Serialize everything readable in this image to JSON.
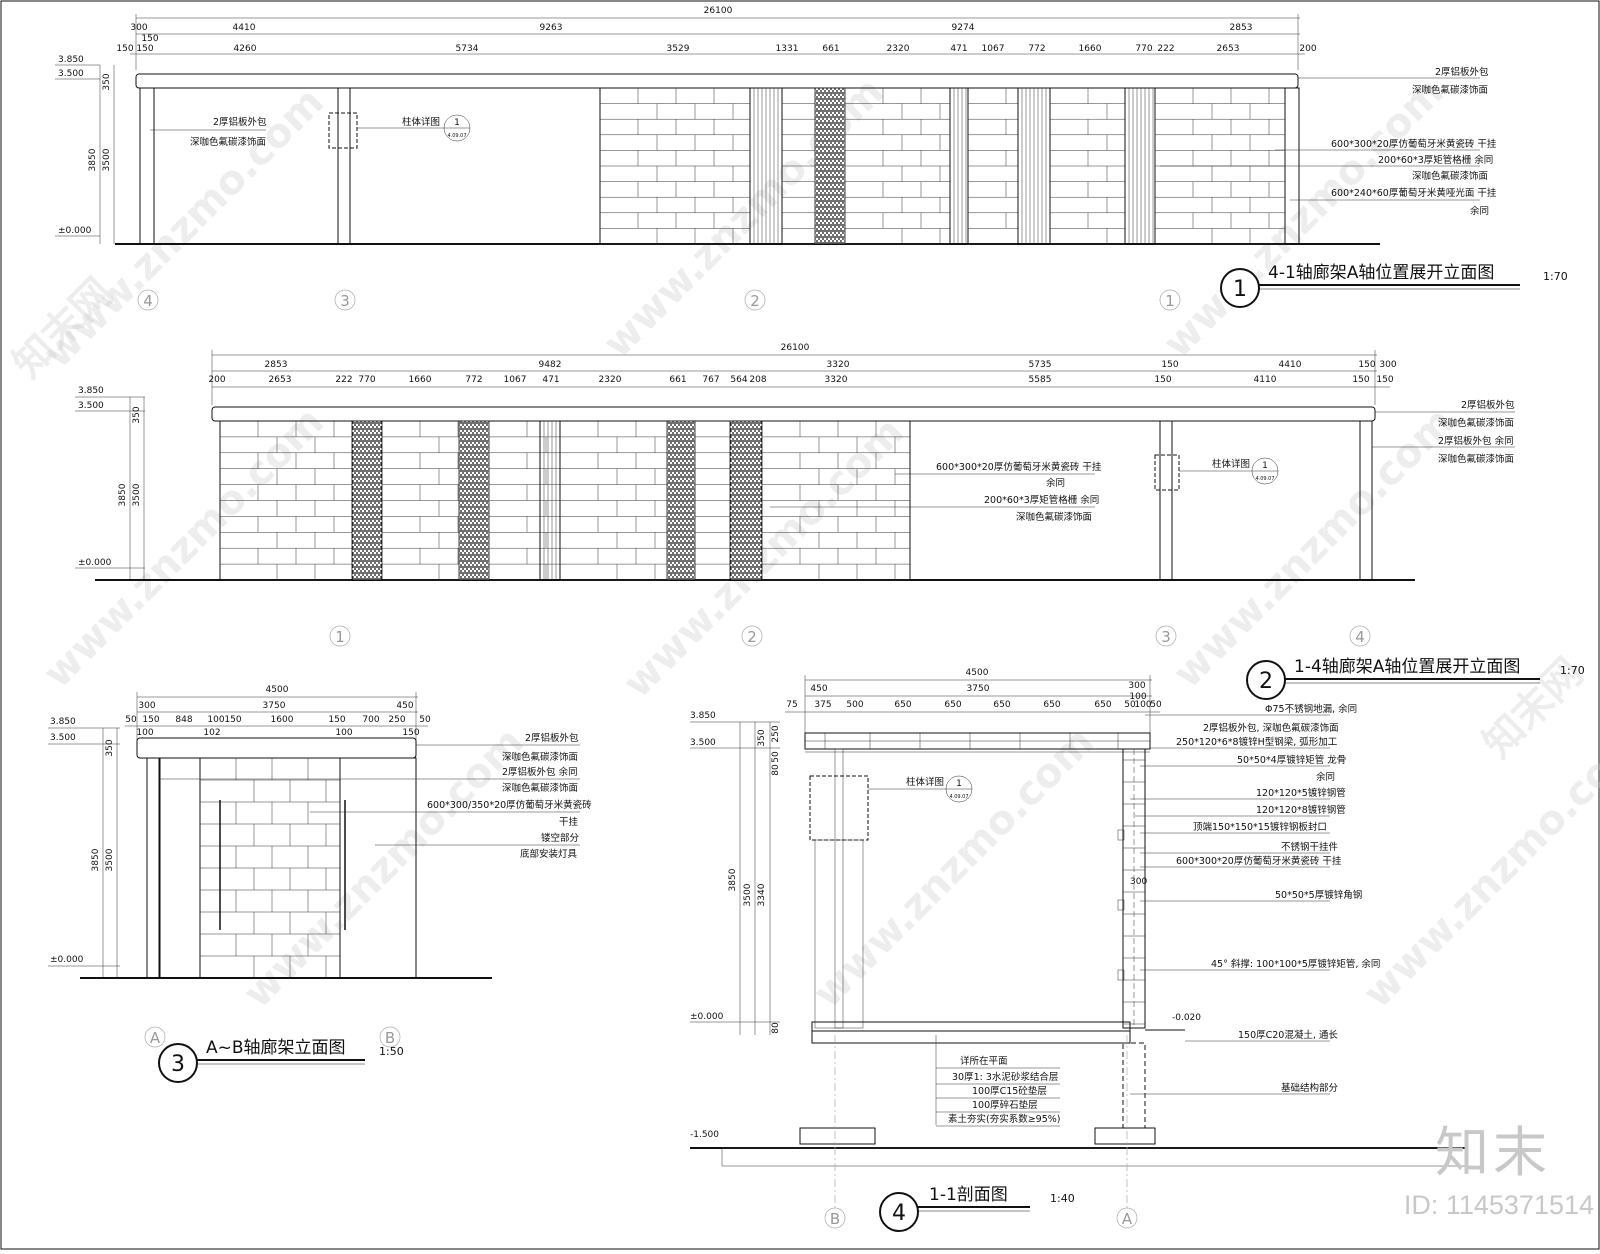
{
  "brand": {
    "logo": "知末",
    "id": "ID: 1145371514"
  },
  "watermark": {
    "text": "www.znzmo.com",
    "cn": "知末网"
  },
  "levels": {
    "top": "3.850",
    "beam": "3.500",
    "ground": "±0.000",
    "neg1": "-0.020",
    "neg2": "-1.500"
  },
  "d1": {
    "no": "1",
    "title": "4-1轴廊架A轴位置展开立面图",
    "scale": "1:70",
    "total": "26100",
    "row2": [
      "300",
      "4410",
      "9263",
      "9274",
      "2853"
    ],
    "row3a": "150",
    "row3": [
      "150",
      "150",
      "4260",
      "5734",
      "3529",
      "1331",
      "661",
      "2320",
      "471",
      "1067",
      "772",
      "1660",
      "770",
      "222",
      "2653",
      "200"
    ],
    "vert": [
      "350",
      "3850",
      "3500"
    ],
    "axes": [
      "4",
      "3",
      "2",
      "1"
    ],
    "detail": {
      "label": "柱体详图",
      "no": "1",
      "ref": "4.09.07"
    },
    "notes_left": [
      "2厚铝板外包",
      "深咖色氟碳漆饰面"
    ],
    "notes_right": [
      "2厚铝板外包",
      "深咖色氟碳漆饰面",
      "600*300*20厚仿葡萄牙米黄瓷砖  干挂",
      "200*60*3厚矩管格栅  余同",
      "深咖色氟碳漆饰面",
      "600*240*60厚葡萄牙米黄哑光面  干挂",
      "余同"
    ]
  },
  "d2": {
    "no": "2",
    "title": "1-4轴廊架A轴位置展开立面图",
    "scale": "1:70",
    "total": "26100",
    "row2": [
      "2853",
      "9482",
      "3320",
      "5735",
      "150",
      "4410",
      "150",
      "300"
    ],
    "row3": [
      "200",
      "2653",
      "222",
      "770",
      "1660",
      "772",
      "1067",
      "471",
      "2320",
      "661",
      "767",
      "564",
      "208",
      "3320",
      "5585",
      "150",
      "4110",
      "150",
      "150"
    ],
    "vert": [
      "350",
      "3850",
      "3500"
    ],
    "axes": [
      "1",
      "2",
      "3",
      "4"
    ],
    "detail": {
      "label": "柱体详图",
      "no": "1",
      "ref": "4.09.07"
    },
    "notes_mid": [
      "600*300*20厚仿葡萄牙米黄瓷砖  干挂",
      "余同",
      "200*60*3厚矩管格栅  余同",
      "深咖色氟碳漆饰面"
    ],
    "notes_right": [
      "2厚铝板外包",
      "深咖色氟碳漆饰面",
      "2厚铝板外包  余同",
      "深咖色氟碳漆饰面"
    ]
  },
  "d3": {
    "no": "3",
    "title": "A~B轴廊架立面图",
    "scale": "1:50",
    "total": "4500",
    "row2": [
      "300",
      "3750",
      "450"
    ],
    "row3": [
      "50",
      "150",
      "848",
      "100",
      "150",
      "1600",
      "150",
      "700",
      "250",
      "50"
    ],
    "row4": [
      "100",
      "102",
      "100",
      "150"
    ],
    "vert": [
      "350",
      "3850",
      "3500"
    ],
    "axes": [
      "A",
      "B"
    ],
    "notes": [
      "2厚铝板外包",
      "深咖色氟碳漆饰面",
      "2厚铝板外包  余同",
      "深咖色氟碳漆饰面",
      "600*300/350*20厚仿葡萄牙米黄瓷砖",
      "干挂",
      "镂空部分",
      "底部安装灯具"
    ]
  },
  "d4": {
    "no": "4",
    "title": "1-1剖面图",
    "scale": "1:40",
    "total": "4500",
    "row2": [
      "450",
      "3750",
      "300"
    ],
    "row2b": "100",
    "row3": [
      "75",
      "375",
      "500",
      "650",
      "650",
      "650",
      "650",
      "650",
      "50",
      "100",
      "50"
    ],
    "vert": [
      "350",
      "250",
      "50",
      "80",
      "3850",
      "3500",
      "3340",
      "80"
    ],
    "dim300": "300",
    "axes": [
      "B",
      "A"
    ],
    "detail": {
      "label": "柱体详图",
      "no": "1",
      "ref": "4.09.07"
    },
    "notes": [
      "Φ75不锈钢地漏, 余同",
      "2厚铝板外包, 深咖色氟碳漆饰面",
      "250*120*6*8镀锌H型钢梁, 弧形加工",
      "50*50*4厚镀锌矩管  龙骨",
      "余同",
      "120*120*5镀锌钢管",
      "120*120*8镀锌钢管",
      "顶端150*150*15镀锌钢板封口",
      "不锈钢干挂件",
      "600*300*20厚仿葡萄牙米黄瓷砖  干挂",
      "50*50*5厚镀锌角钢",
      "45° 斜撑: 100*100*5厚镀锌矩管, 余同",
      "150厚C20混凝土, 通长",
      "基础结构部分"
    ],
    "notes_bottom": [
      "详所在平面",
      "30厚1: 3水泥砂浆结合层",
      "100厚C15砼垫层",
      "100厚碎石垫层",
      "素土夯实(夯实系数≥95%)"
    ]
  }
}
